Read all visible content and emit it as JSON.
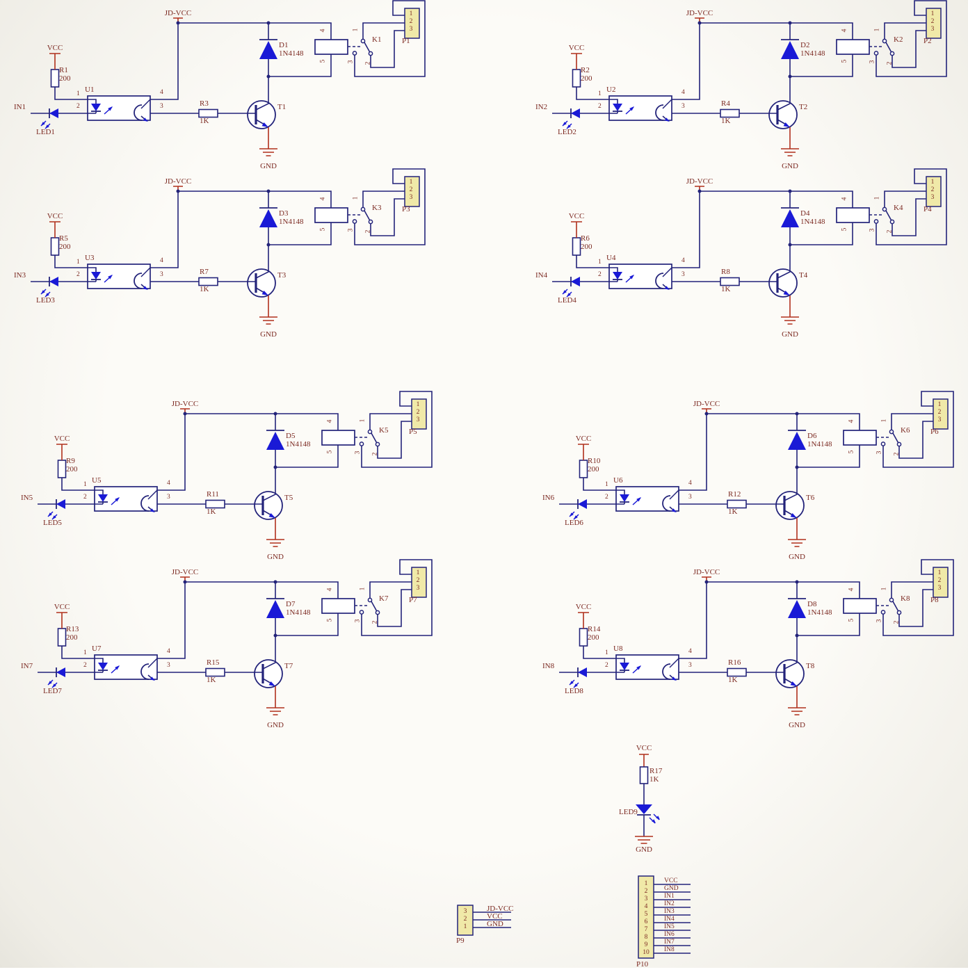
{
  "colors": {
    "wire": "#23237a",
    "component_blue": "#1a1ad6",
    "label_text": "#7c2a22",
    "power_stroke": "#b0301c",
    "connector_fill": "#f0e9a8",
    "background": "#fcfbf7"
  },
  "labels": {
    "jdvcc": "JD-VCC",
    "vcc": "VCC",
    "gnd": "GND"
  },
  "opto_pins": {
    "p1": "1",
    "p2": "2",
    "p3": "3",
    "p4": "4"
  },
  "relay_pins": {
    "coil_top": "4",
    "coil_bottom": "5",
    "sw_common": "1",
    "sw_no": "2",
    "sw_nc": "3"
  },
  "connector_pins": {
    "p1": "1",
    "p2": "2",
    "p3": "3"
  },
  "channels": [
    {
      "input": "IN1",
      "led": "LED1",
      "r_in": "R1",
      "r_in_value": "200",
      "opto": "U1",
      "r_base": "R3",
      "r_base_value": "1K",
      "transistor": "T1",
      "diode": "D1",
      "diode_value": "1N4148",
      "relay": "K1",
      "connector": "P1"
    },
    {
      "input": "IN2",
      "led": "LED2",
      "r_in": "R2",
      "r_in_value": "200",
      "opto": "U2",
      "r_base": "R4",
      "r_base_value": "1K",
      "transistor": "T2",
      "diode": "D2",
      "diode_value": "1N4148",
      "relay": "K2",
      "connector": "P2"
    },
    {
      "input": "IN3",
      "led": "LED3",
      "r_in": "R5",
      "r_in_value": "200",
      "opto": "U3",
      "r_base": "R7",
      "r_base_value": "1K",
      "transistor": "T3",
      "diode": "D3",
      "diode_value": "1N4148",
      "relay": "K3",
      "connector": "P3"
    },
    {
      "input": "IN4",
      "led": "LED4",
      "r_in": "R6",
      "r_in_value": "200",
      "opto": "U4",
      "r_base": "R8",
      "r_base_value": "1K",
      "transistor": "T4",
      "diode": "D4",
      "diode_value": "1N4148",
      "relay": "K4",
      "connector": "P4"
    },
    {
      "input": "IN5",
      "led": "LED5",
      "r_in": "R9",
      "r_in_value": "200",
      "opto": "U5",
      "r_base": "R11",
      "r_base_value": "1K",
      "transistor": "T5",
      "diode": "D5",
      "diode_value": "1N4148",
      "relay": "K5",
      "connector": "P5"
    },
    {
      "input": "IN6",
      "led": "LED6",
      "r_in": "R10",
      "r_in_value": "200",
      "opto": "U6",
      "r_base": "R12",
      "r_base_value": "1K",
      "transistor": "T6",
      "diode": "D6",
      "diode_value": "1N4148",
      "relay": "K6",
      "connector": "P6"
    },
    {
      "input": "IN7",
      "led": "LED7",
      "r_in": "R13",
      "r_in_value": "200",
      "opto": "U7",
      "r_base": "R15",
      "r_base_value": "1K",
      "transistor": "T7",
      "diode": "D7",
      "diode_value": "1N4148",
      "relay": "K7",
      "connector": "P7"
    },
    {
      "input": "IN8",
      "led": "LED8",
      "r_in": "R14",
      "r_in_value": "200",
      "opto": "U8",
      "r_base": "R16",
      "r_base_value": "1K",
      "transistor": "T8",
      "diode": "D8",
      "diode_value": "1N4148",
      "relay": "K8",
      "connector": "P8"
    }
  ],
  "power_indicator": {
    "vcc": "VCC",
    "resistor": "R17",
    "resistor_value": "1K",
    "led": "LED9",
    "gnd": "GND"
  },
  "p9": {
    "name": "P9",
    "pins": [
      {
        "num": "3",
        "label": "JD-VCC"
      },
      {
        "num": "2",
        "label": "VCC"
      },
      {
        "num": "1",
        "label": "GND"
      }
    ]
  },
  "p10": {
    "name": "P10",
    "pins": [
      {
        "num": "1",
        "label": "VCC"
      },
      {
        "num": "2",
        "label": "GND"
      },
      {
        "num": "3",
        "label": "IN1"
      },
      {
        "num": "4",
        "label": "IN2"
      },
      {
        "num": "5",
        "label": "IN3"
      },
      {
        "num": "6",
        "label": "IN4"
      },
      {
        "num": "7",
        "label": "IN5"
      },
      {
        "num": "8",
        "label": "IN6"
      },
      {
        "num": "9",
        "label": "IN7"
      },
      {
        "num": "10",
        "label": "IN8"
      }
    ]
  }
}
